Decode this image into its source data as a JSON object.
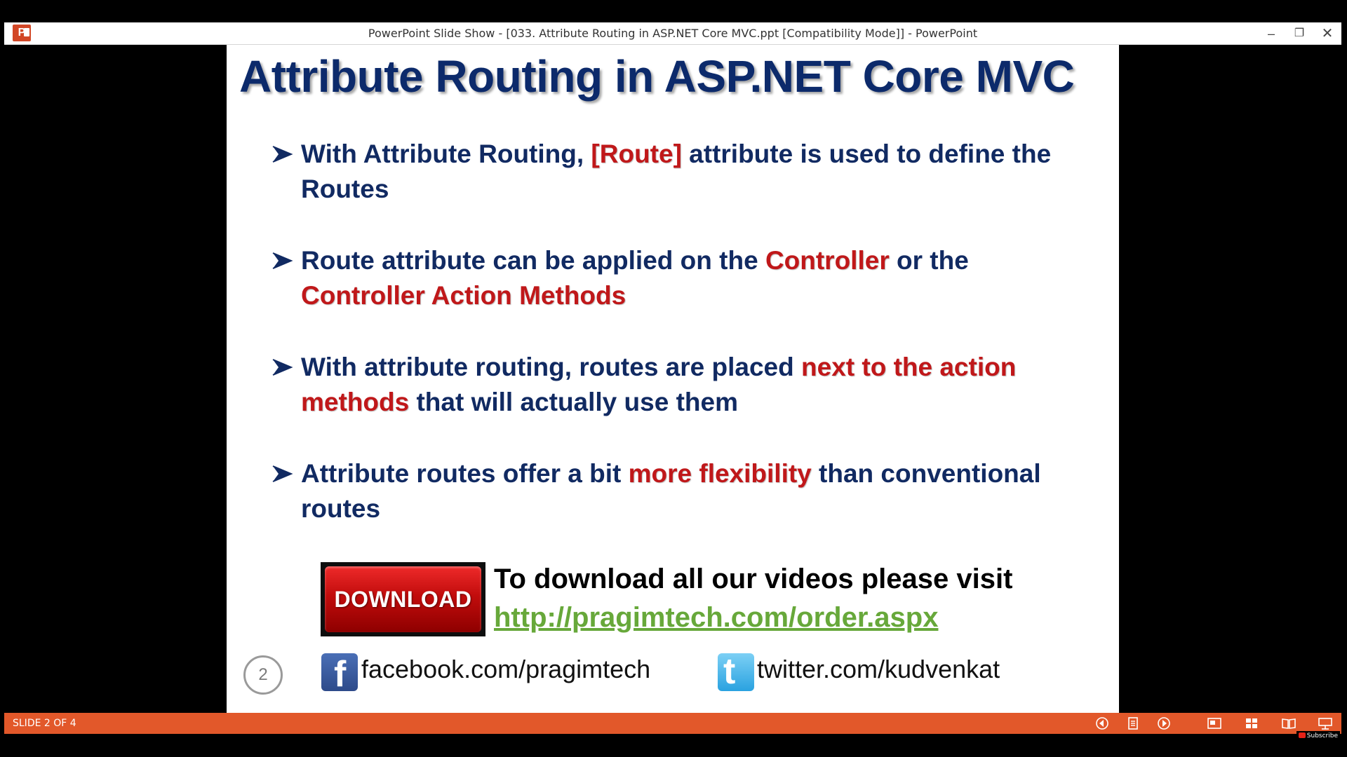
{
  "window": {
    "title": "PowerPoint Slide Show - [033. Attribute Routing in ASP.NET Core MVC.ppt [Compatibility Mode]] - PowerPoint",
    "app_icon": "powerpoint-icon",
    "minimize": "–",
    "restore": "❐",
    "close": "✕"
  },
  "slide": {
    "title": "Attribute Routing in ASP.NET Core MVC",
    "bullets": [
      {
        "before": "With Attribute Routing, ",
        "highlight": "[Route]",
        "after": " attribute is used to define the Routes"
      },
      {
        "before": "Route attribute can be applied on the ",
        "highlight": "Controller",
        "middle": " or the ",
        "highlight2": "Controller Action Methods"
      },
      {
        "before": "With attribute routing, routes are placed ",
        "highlight": "next to the action methods",
        "after": " that will actually use them"
      },
      {
        "before": "Attribute routes offer a bit ",
        "highlight": "more flexibility",
        "after": " than conventional routes"
      }
    ],
    "download_button": "DOWNLOAD",
    "download_text": "To download all our videos please visit",
    "download_link": "http://pragimtech.com/order.aspx",
    "slide_number": "2",
    "facebook": "facebook.com/pragimtech",
    "twitter": "twitter.com/kudvenkat"
  },
  "statusbar": {
    "slide_counter": "SLIDE 2 OF 4",
    "subscribe": "Subscribe"
  },
  "colors": {
    "title": "#0c2a6b",
    "body": "#112a62",
    "highlight": "#c0181a",
    "link": "#67a83a",
    "statusbar": "#e2582a"
  }
}
